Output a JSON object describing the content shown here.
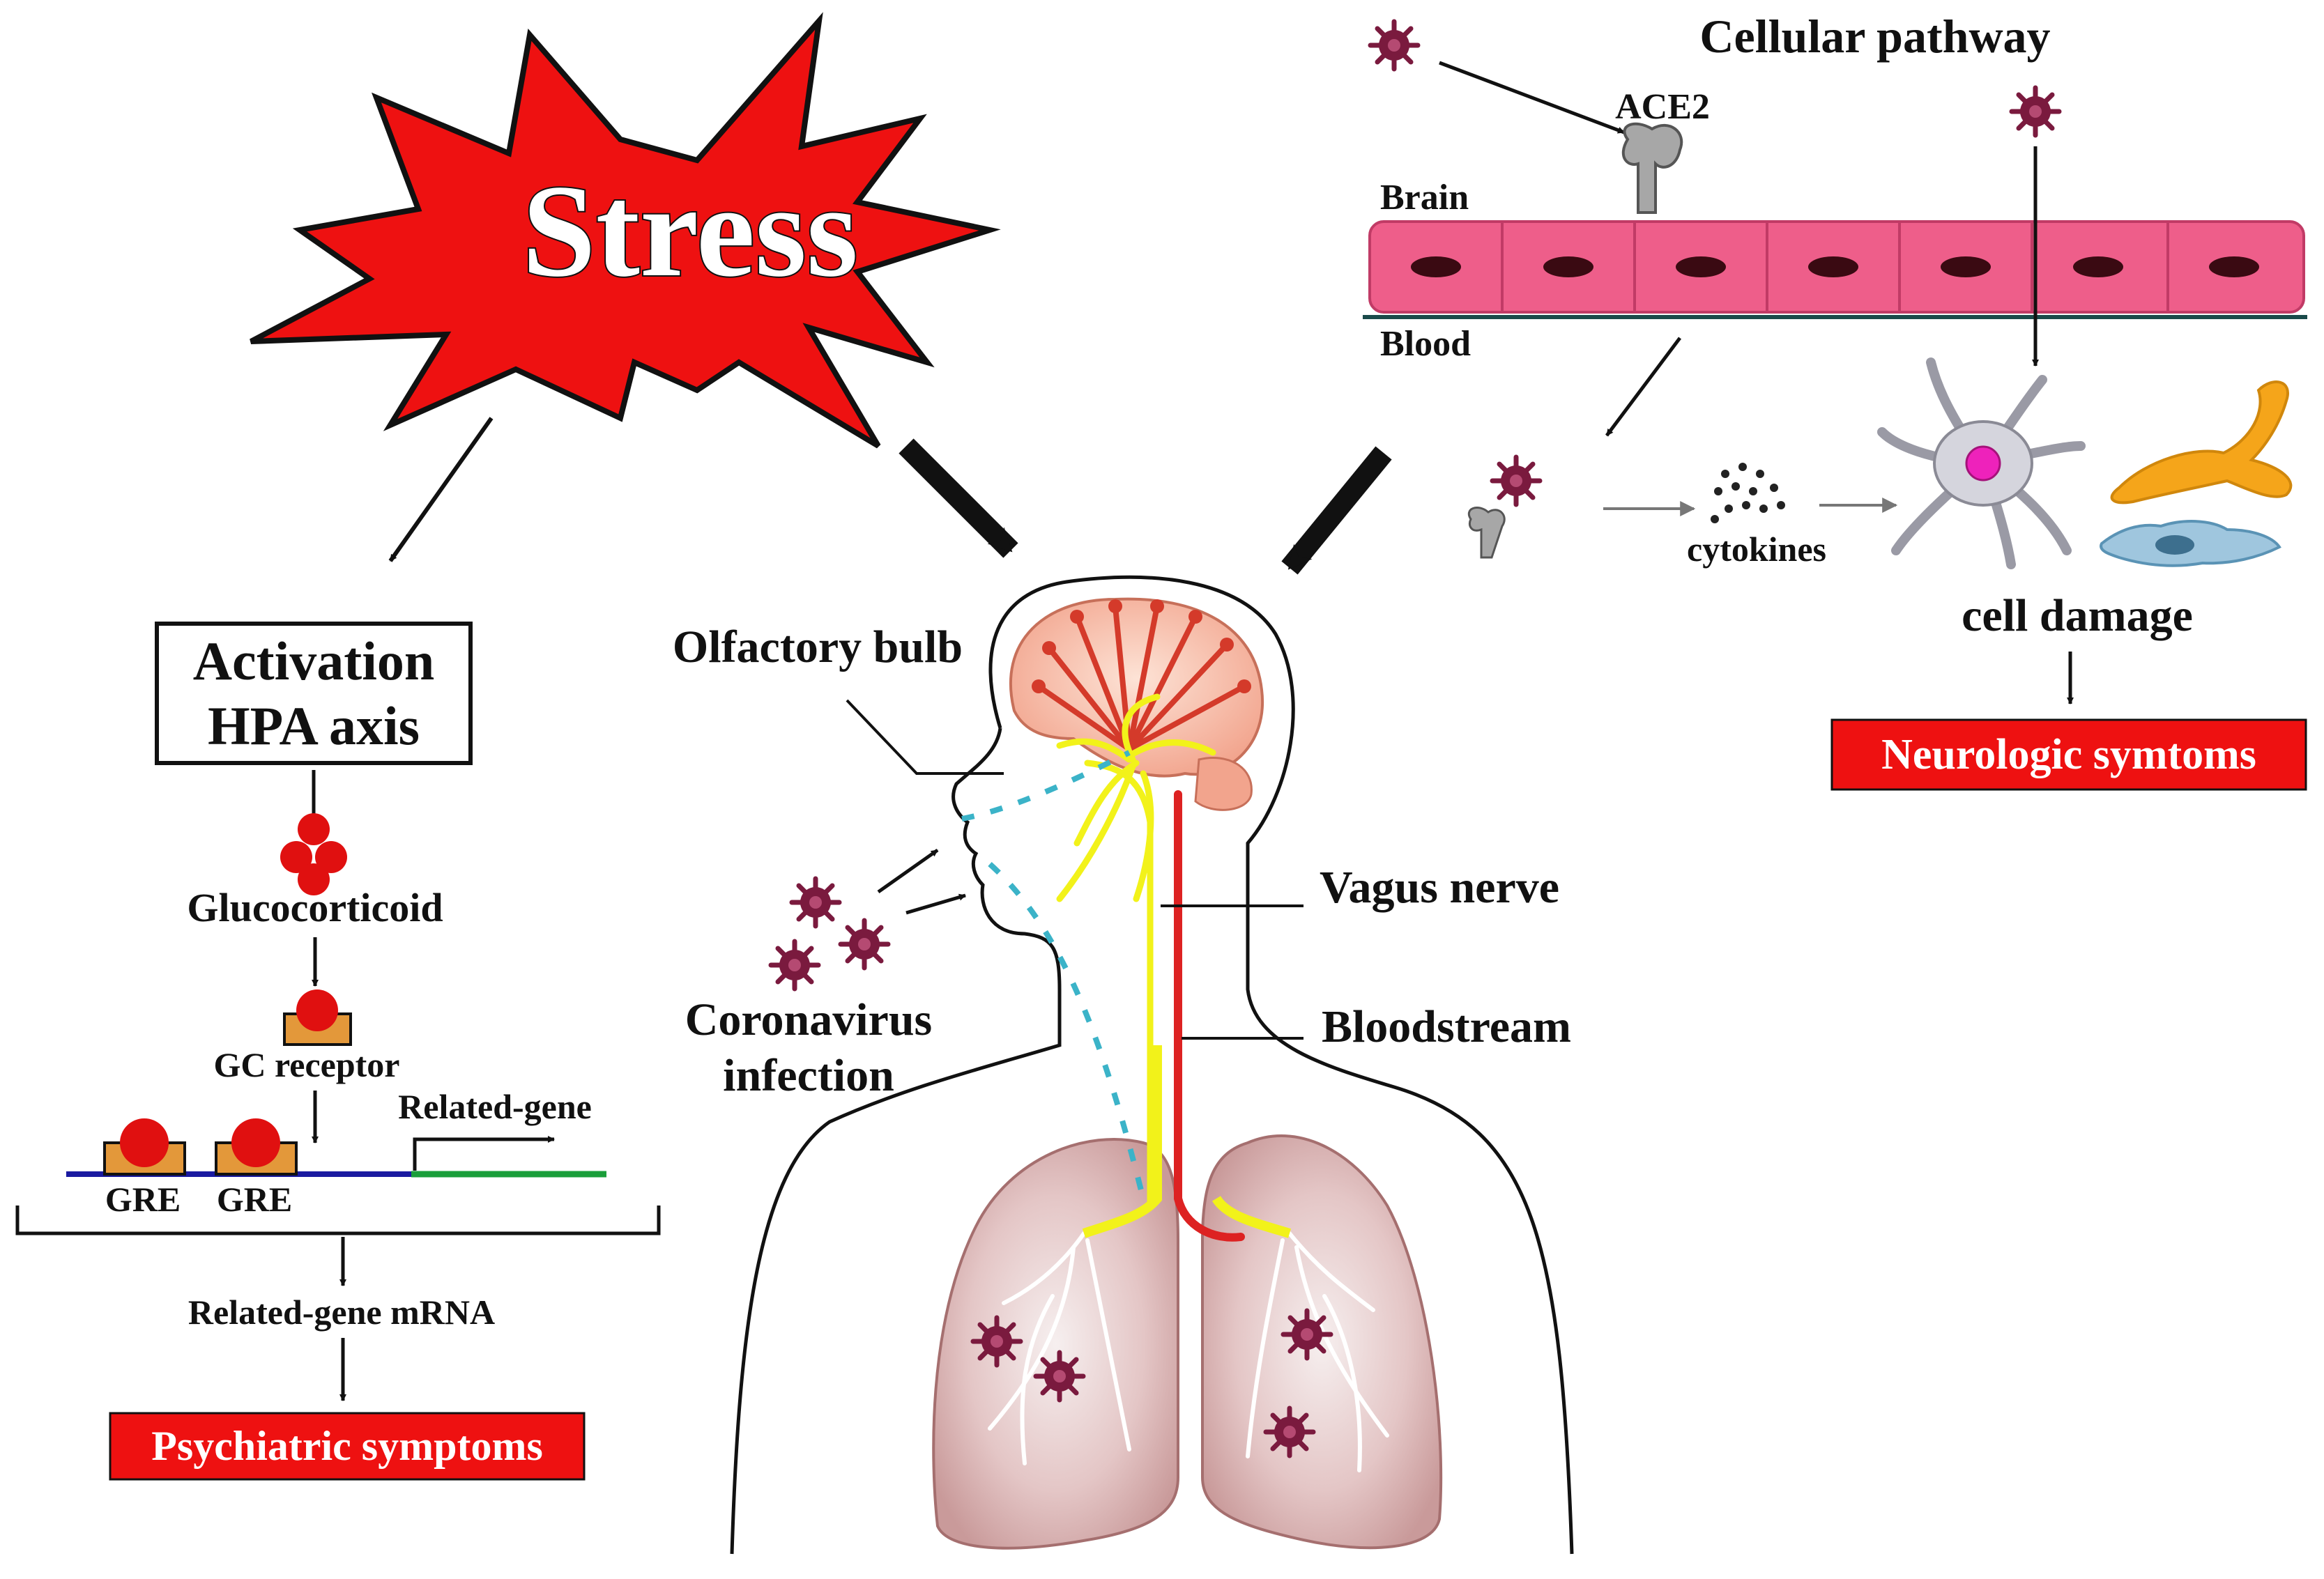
{
  "stress": {
    "label": "Stress",
    "fill": "#ee1111",
    "text_color": "#ffffff"
  },
  "hpa": {
    "box_label_line1": "Activation",
    "box_label_line2": "HPA axis",
    "glucocorticoid": "Glucocorticoid",
    "gc_receptor": "GC receptor",
    "related_gene": "Related-gene",
    "gre_left": "GRE",
    "gre_right": "GRE",
    "related_gene_mrna": "Related-gene mRNA",
    "output": "Psychiatric symptoms"
  },
  "body": {
    "olfactory_bulb": "Olfactory bulb",
    "vagus_nerve": "Vagus nerve",
    "bloodstream": "Bloodstream",
    "infection_line1": "Coronavirus",
    "infection_line2": "infection"
  },
  "cellular": {
    "title": "Cellular pathway",
    "ace2": "ACE2",
    "brain": "Brain",
    "blood": "Blood",
    "cytokines": "cytokines",
    "cell_damage": "cell damage",
    "output": "Neurologic symtoms"
  },
  "colors": {
    "symptom_box": "#ee1111",
    "endothelium": "#ee5e8a",
    "vagus": "#f2f21a",
    "blood_vessel": "#dd2222",
    "virus": "#7a1a3e",
    "brain": "#f7b7a3",
    "lung": "#d3a7a7",
    "gene_line": "#1a9e3a",
    "dna_line": "#1a1aa0"
  }
}
